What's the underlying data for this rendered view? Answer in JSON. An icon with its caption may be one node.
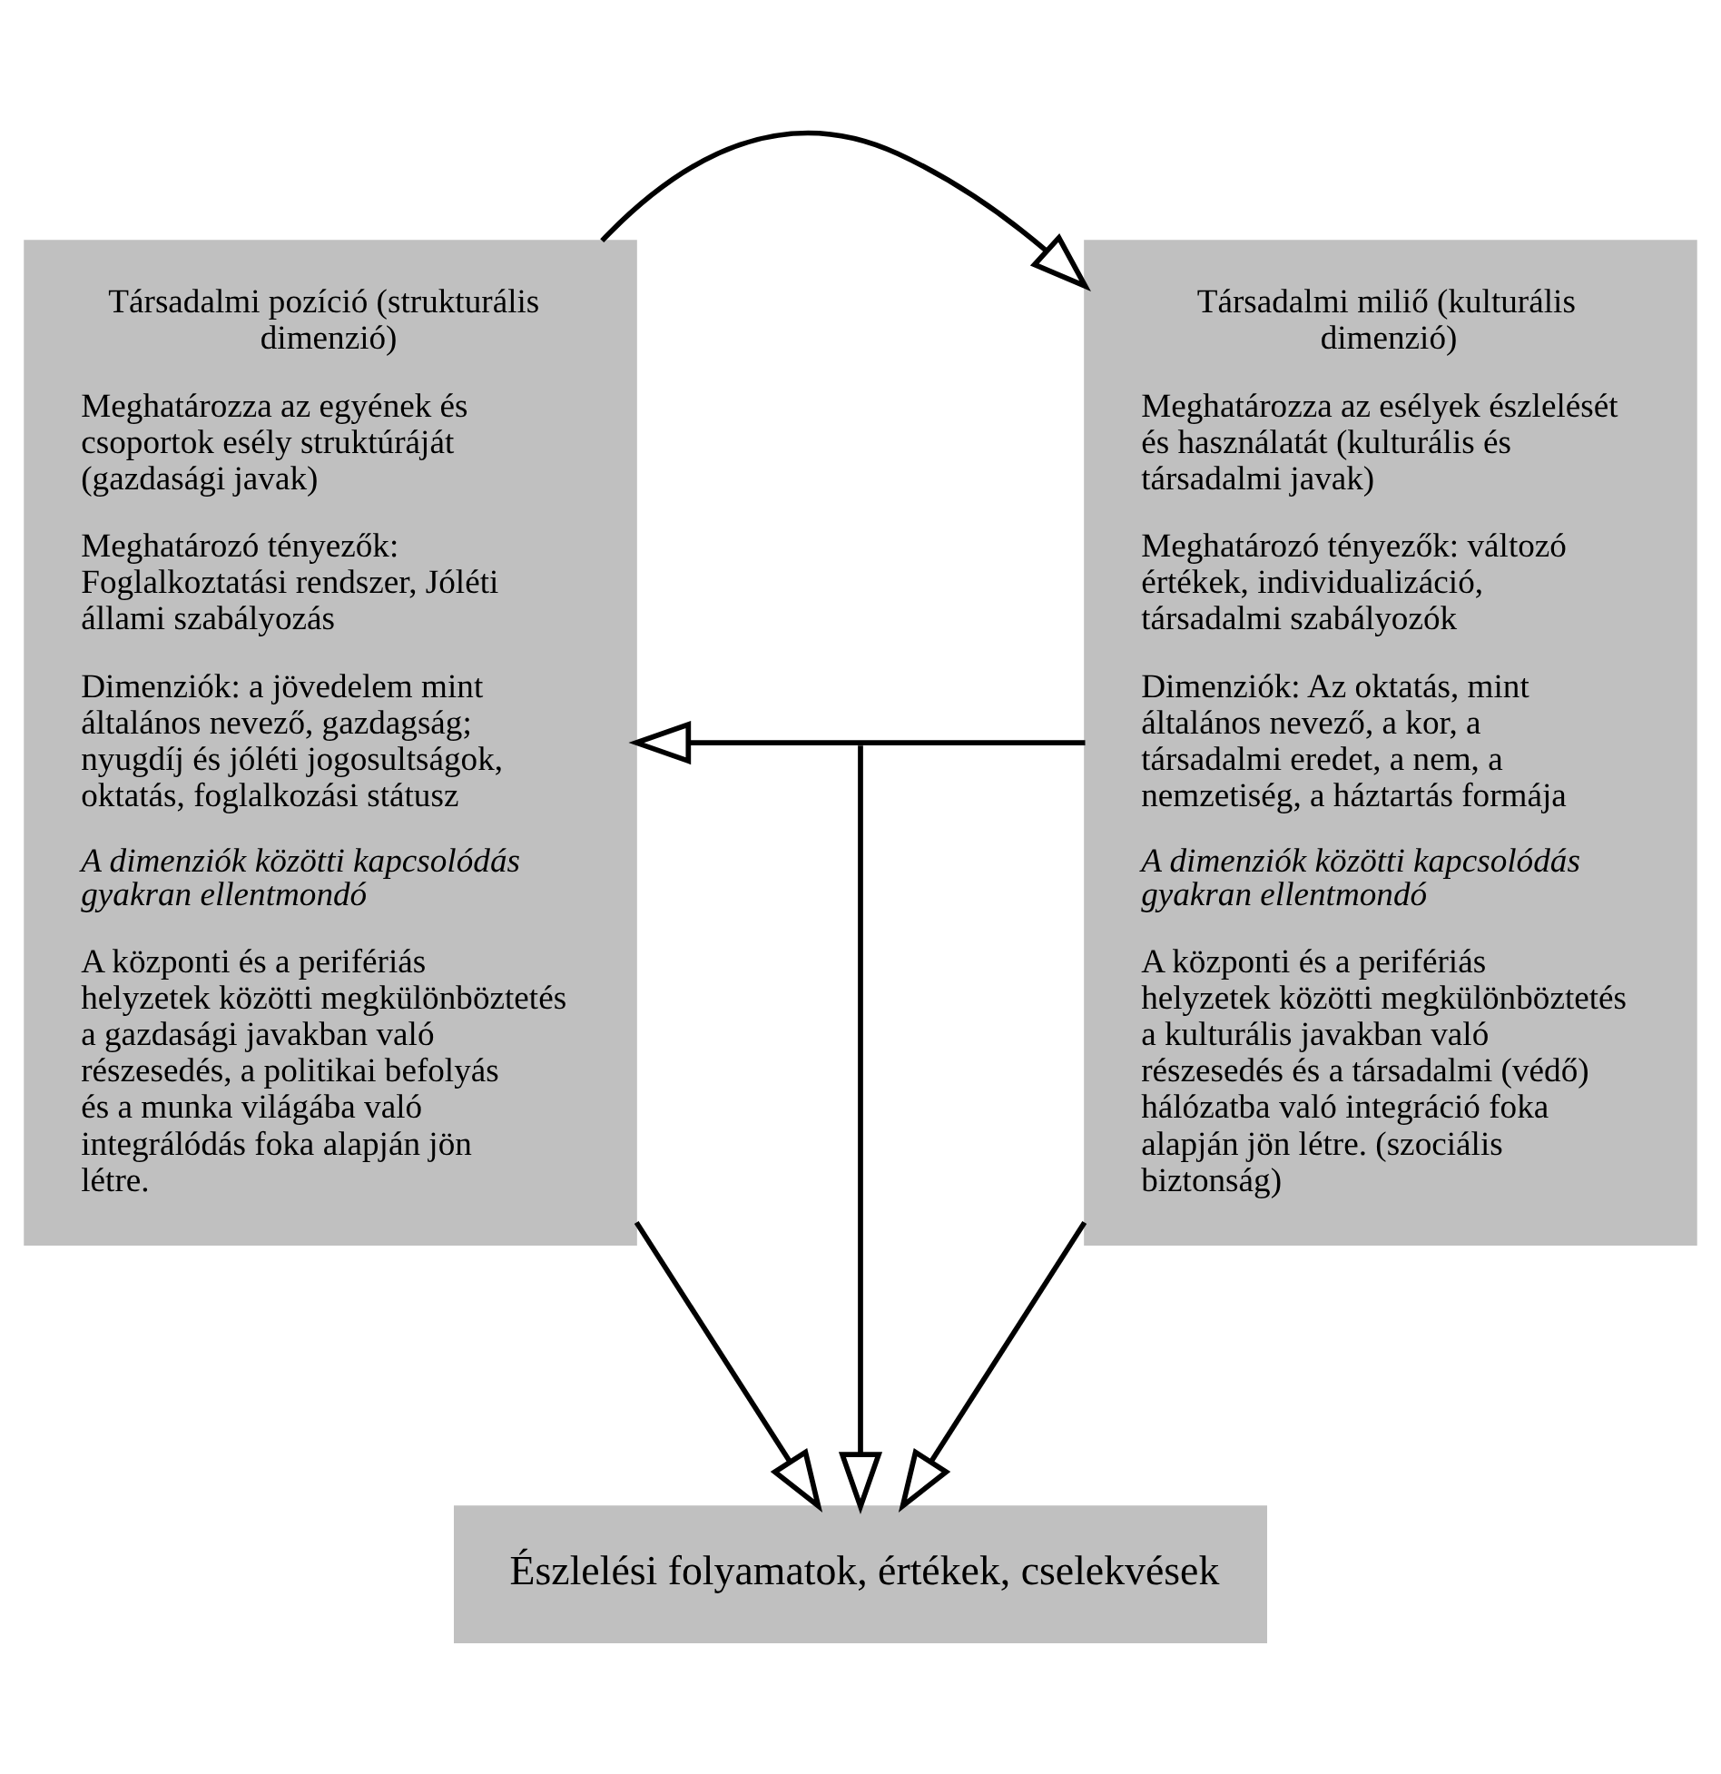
{
  "diagram": {
    "nodes": [
      {
        "text": [
          "Társadalmi pozíció (strukturális dimenzió)",
          "Meghatározza az egyének és csoportok esély struktúráját (gazdasági javak)",
          "Meghatározó tényezők: Foglalkoztatási rendszer, Jóléti állami szabályozás",
          "Dimenziók: a jövedelem mint általános nevező, gazdagság; nyugdíj és jóléti jogosultságok, oktatás, foglalkozási státusz",
          "A dimenziók közötti kapcsolódás gyakran ellentmondó",
          "A központi és a perifériás helyzetek közötti megkülönböztetés a gazdasági javakban való részesedés, a politikai befolyás és a munka világába való integrálódás foka alapján jön létre."
        ]
      },
      {
        "text": [
          "Társadalmi miliő (kulturális dimenzió)",
          "Meghatározza az esélyek észlelését és használatát (kulturális és társadalmi javak)",
          "Meghatározó tényezők: változó értékek, individualizáció, társadalmi szabályozók",
          "Dimenziók: Az oktatás, mint általános nevező, a kor, a társadalmi eredet, a nem, a nemzetiség, a háztartás formája",
          "A dimenziók közötti kapcsolódás gyakran ellentmondó",
          "A központi és a perifériás helyzetek közötti megkülönböztetés a kulturális javakban való részesedés és a társadalmi (védő) hálózatba való integráció foka alapján jön létre. (szociális biztonság)"
        ]
      },
      {
        "text": [
          "Észlelési folyamatok, értékek, cselekvések"
        ]
      }
    ],
    "edges": [
      {
        "from": 0,
        "to": 1,
        "arrow": "to"
      },
      {
        "from": 1,
        "to": 0,
        "arrow": "to"
      },
      {
        "from": 0,
        "to": 2,
        "arrow": "to"
      },
      {
        "from": null,
        "to": 2,
        "arrow": "to"
      },
      {
        "from": 1,
        "to": 2,
        "arrow": "to"
      }
    ]
  }
}
